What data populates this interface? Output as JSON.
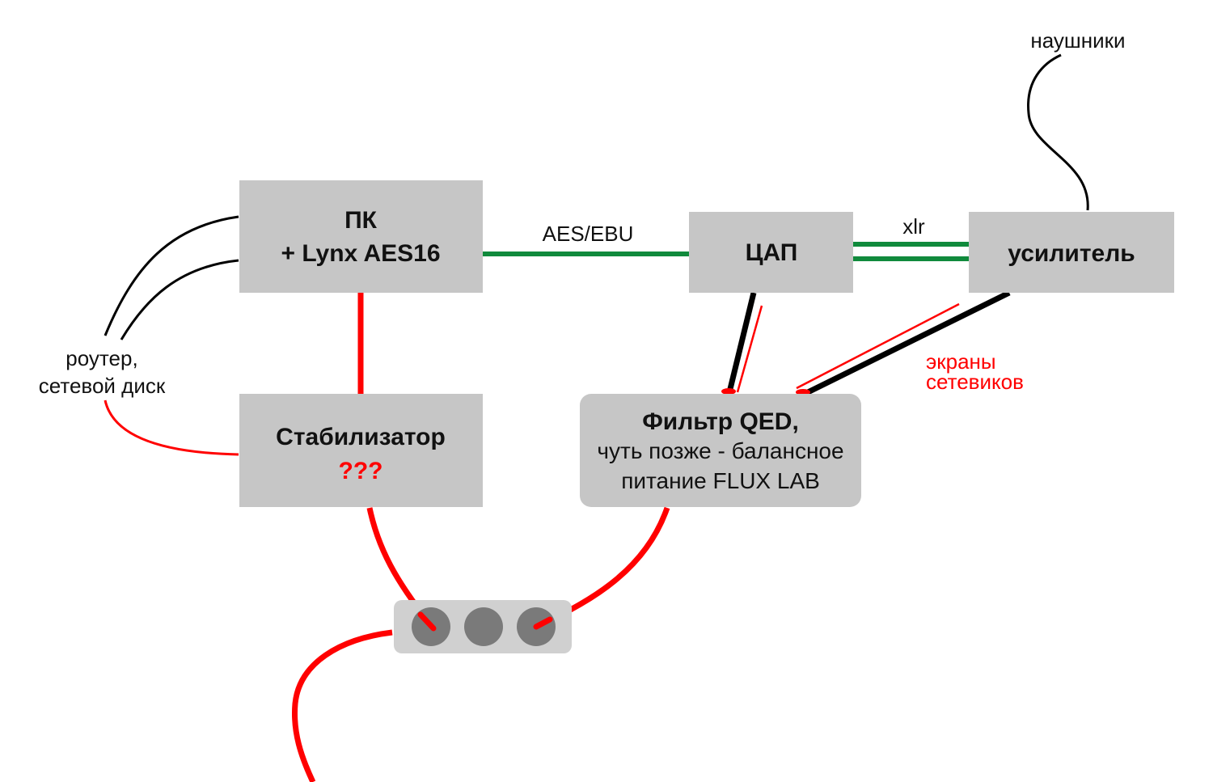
{
  "colors": {
    "box_fill": "#c6c6c6",
    "signal_green": "#108a3c",
    "power_red": "#ff0000",
    "shield_black": "#000000",
    "socket_gray": "#7a7a7a",
    "strip_fill": "#d0d0d0"
  },
  "boxes": {
    "pc": {
      "line1": "ПК",
      "line2": "+ Lynx AES16"
    },
    "dac": {
      "label": "ЦАП"
    },
    "amp": {
      "label": "усилитель"
    },
    "stabilizer": {
      "label": "Стабилизатор",
      "question": "???"
    },
    "filter": {
      "line1": "Фильтр QED,",
      "line2": "чуть позже - балансное",
      "line3": "питание FLUX LAB"
    }
  },
  "connections": {
    "aes_ebu": "AES/EBU",
    "xlr": "xlr"
  },
  "labels": {
    "headphones": "наушники",
    "router_line1": "роутер,",
    "router_line2": "сетевой диск",
    "shields_line1": "экраны",
    "shields_line2": "сетевиков"
  },
  "power_strip": {
    "sockets": 3
  }
}
